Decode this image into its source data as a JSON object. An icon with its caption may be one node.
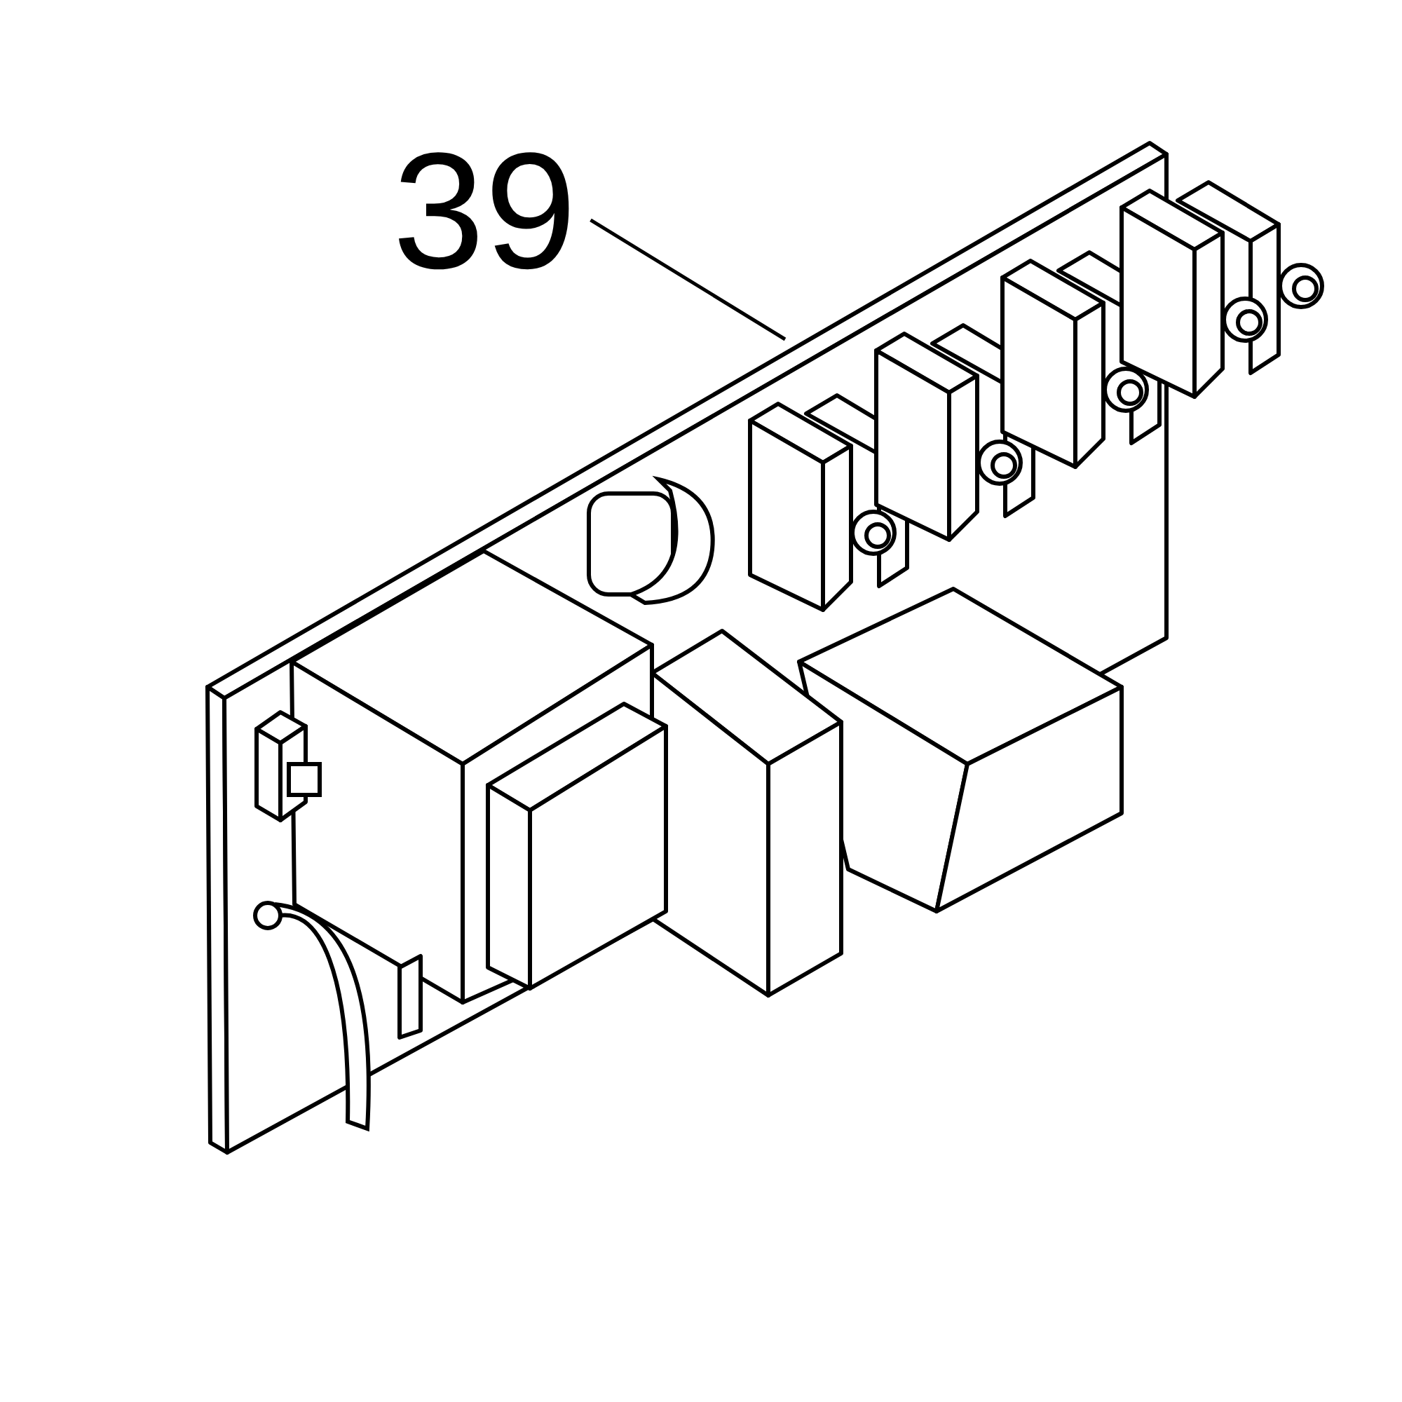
{
  "diagram": {
    "nodes": [
      {
        "text": [
          "39"
        ]
      },
      {
        "text": [],
        "shape": "picture"
      }
    ],
    "edges": [
      {
        "from": 0,
        "to": 1,
        "arrow": "none"
      }
    ]
  }
}
